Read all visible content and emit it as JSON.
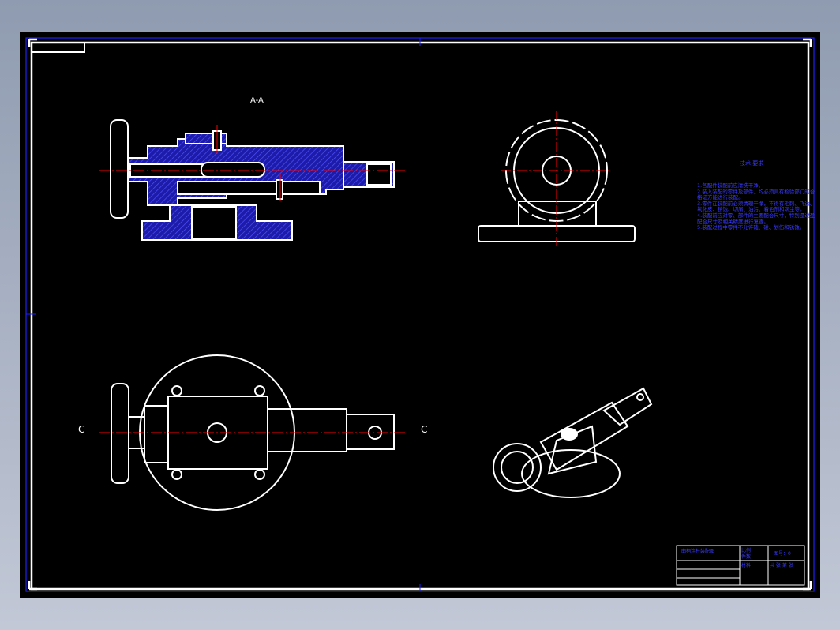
{
  "drawing": {
    "section_label": "A-A",
    "left_view_label": "C",
    "right_view_label": "C"
  },
  "notes": {
    "title": "技术 要求",
    "lines": [
      "1.各配件装配前应清洗干净。",
      "2.装入装配的零件及部件，均必须具有检验部门的合格证方能进行装配。",
      "3.零件在装配前必须清理干净，不得有毛刺、飞边、氧化皮、锈蚀、切屑、油污、着色剂和灰尘等。",
      "4.装配前应对零、部件的主要配合尺寸，特别是过盈配合尺寸及相关精度进行复查。",
      "5.装配过程中零件不允许磕、碰、划伤和锈蚀。"
    ]
  },
  "title_block": {
    "name": "曲柄连杆装配图",
    "scale_label": "比例",
    "qty_label": "件数",
    "drawing_no": "图号：0",
    "material_label": "材料",
    "company": "共 张 第 张"
  },
  "colors": {
    "sheet": "#000000",
    "line": "#ffffff",
    "hatch": "#2a2aff",
    "center": "#ff0000",
    "frame_outer": "#2020ff"
  }
}
